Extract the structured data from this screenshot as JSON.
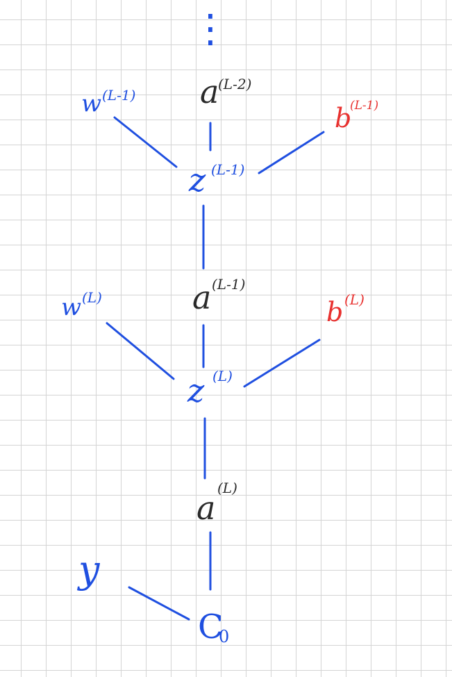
{
  "colors": {
    "blue": "#1f4fe0",
    "dark": "#2a2a2a",
    "red": "#e8312f"
  },
  "ellipsis": "⋮",
  "nodes": {
    "a_L_minus_2": {
      "base": "a",
      "sup": "(L-2)",
      "color": "dark"
    },
    "w_L_minus_1": {
      "base": "w",
      "sup": "(L-1)",
      "color": "blue"
    },
    "b_L_minus_1": {
      "base": "b",
      "sup": "(L-1)",
      "color": "red"
    },
    "z_L_minus_1": {
      "base": "z",
      "sup": "(L-1)",
      "color": "blue"
    },
    "a_L_minus_1": {
      "base": "a",
      "sup": "(L-1)",
      "color": "dark"
    },
    "w_L": {
      "base": "w",
      "sup": "(L)",
      "color": "blue"
    },
    "b_L": {
      "base": "b",
      "sup": "(L)",
      "color": "red"
    },
    "z_L": {
      "base": "z",
      "sup": "(L)",
      "color": "blue"
    },
    "a_L": {
      "base": "a",
      "sup": "(L)",
      "color": "dark"
    },
    "y": {
      "base": "y",
      "color": "blue"
    },
    "cost": {
      "base": "C",
      "sub": "0",
      "color": "blue"
    }
  },
  "edges": [
    {
      "from": "a_L_minus_2",
      "to": "z_L_minus_1"
    },
    {
      "from": "w_L_minus_1",
      "to": "z_L_minus_1"
    },
    {
      "from": "b_L_minus_1",
      "to": "z_L_minus_1"
    },
    {
      "from": "z_L_minus_1",
      "to": "a_L_minus_1"
    },
    {
      "from": "a_L_minus_1",
      "to": "z_L"
    },
    {
      "from": "w_L",
      "to": "z_L"
    },
    {
      "from": "b_L",
      "to": "z_L"
    },
    {
      "from": "z_L",
      "to": "a_L"
    },
    {
      "from": "a_L",
      "to": "cost"
    },
    {
      "from": "y",
      "to": "cost"
    }
  ]
}
